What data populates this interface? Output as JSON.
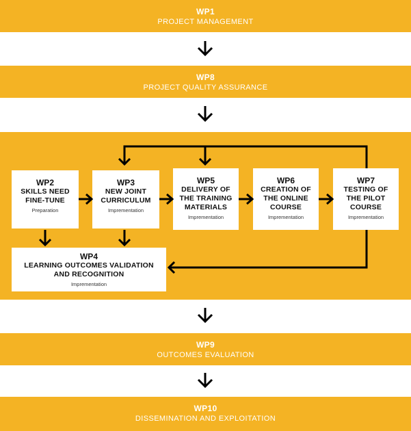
{
  "bands": {
    "wp1": {
      "code": "WP1",
      "title": "PROJECT MANAGEMENT"
    },
    "wp8": {
      "code": "WP8",
      "title": "PROJECT QUALITY ASSURANCE"
    },
    "wp9": {
      "code": "WP9",
      "title": "OUTCOMES EVALUATION"
    },
    "wp10": {
      "code": "WP10",
      "title": "DISSEMINATION AND EXPLOITATION"
    }
  },
  "boxes": {
    "wp2": {
      "code": "WP2",
      "line1": "SKILLS NEED",
      "line2": "FINE-TUNE",
      "line3": "",
      "stage": "Preparation"
    },
    "wp3": {
      "code": "WP3",
      "line1": "NEW JOINT",
      "line2": "CURRICULUM",
      "line3": "",
      "stage": "Imprementation"
    },
    "wp5": {
      "code": "WP5",
      "line1": "DELIVERY OF",
      "line2": "THE TRAINING",
      "line3": "MATERIALS",
      "stage": "Imprementation"
    },
    "wp6": {
      "code": "WP6",
      "line1": "CREATION OF",
      "line2": "THE ONLINE",
      "line3": "COURSE",
      "stage": "Imprementation"
    },
    "wp7": {
      "code": "WP7",
      "line1": "TESTING OF",
      "line2": "THE PILOT",
      "line3": "COURSE",
      "stage": "Imprementation"
    },
    "wp4": {
      "code": "WP4",
      "line1": "LEARNING OUTCOMES VALIDATION",
      "line2": "AND RECOGNITION",
      "line3": "",
      "stage": "Imprementation"
    }
  },
  "colors": {
    "band": "#F4B324",
    "arrow": "#000000",
    "box": "#ffffff"
  }
}
